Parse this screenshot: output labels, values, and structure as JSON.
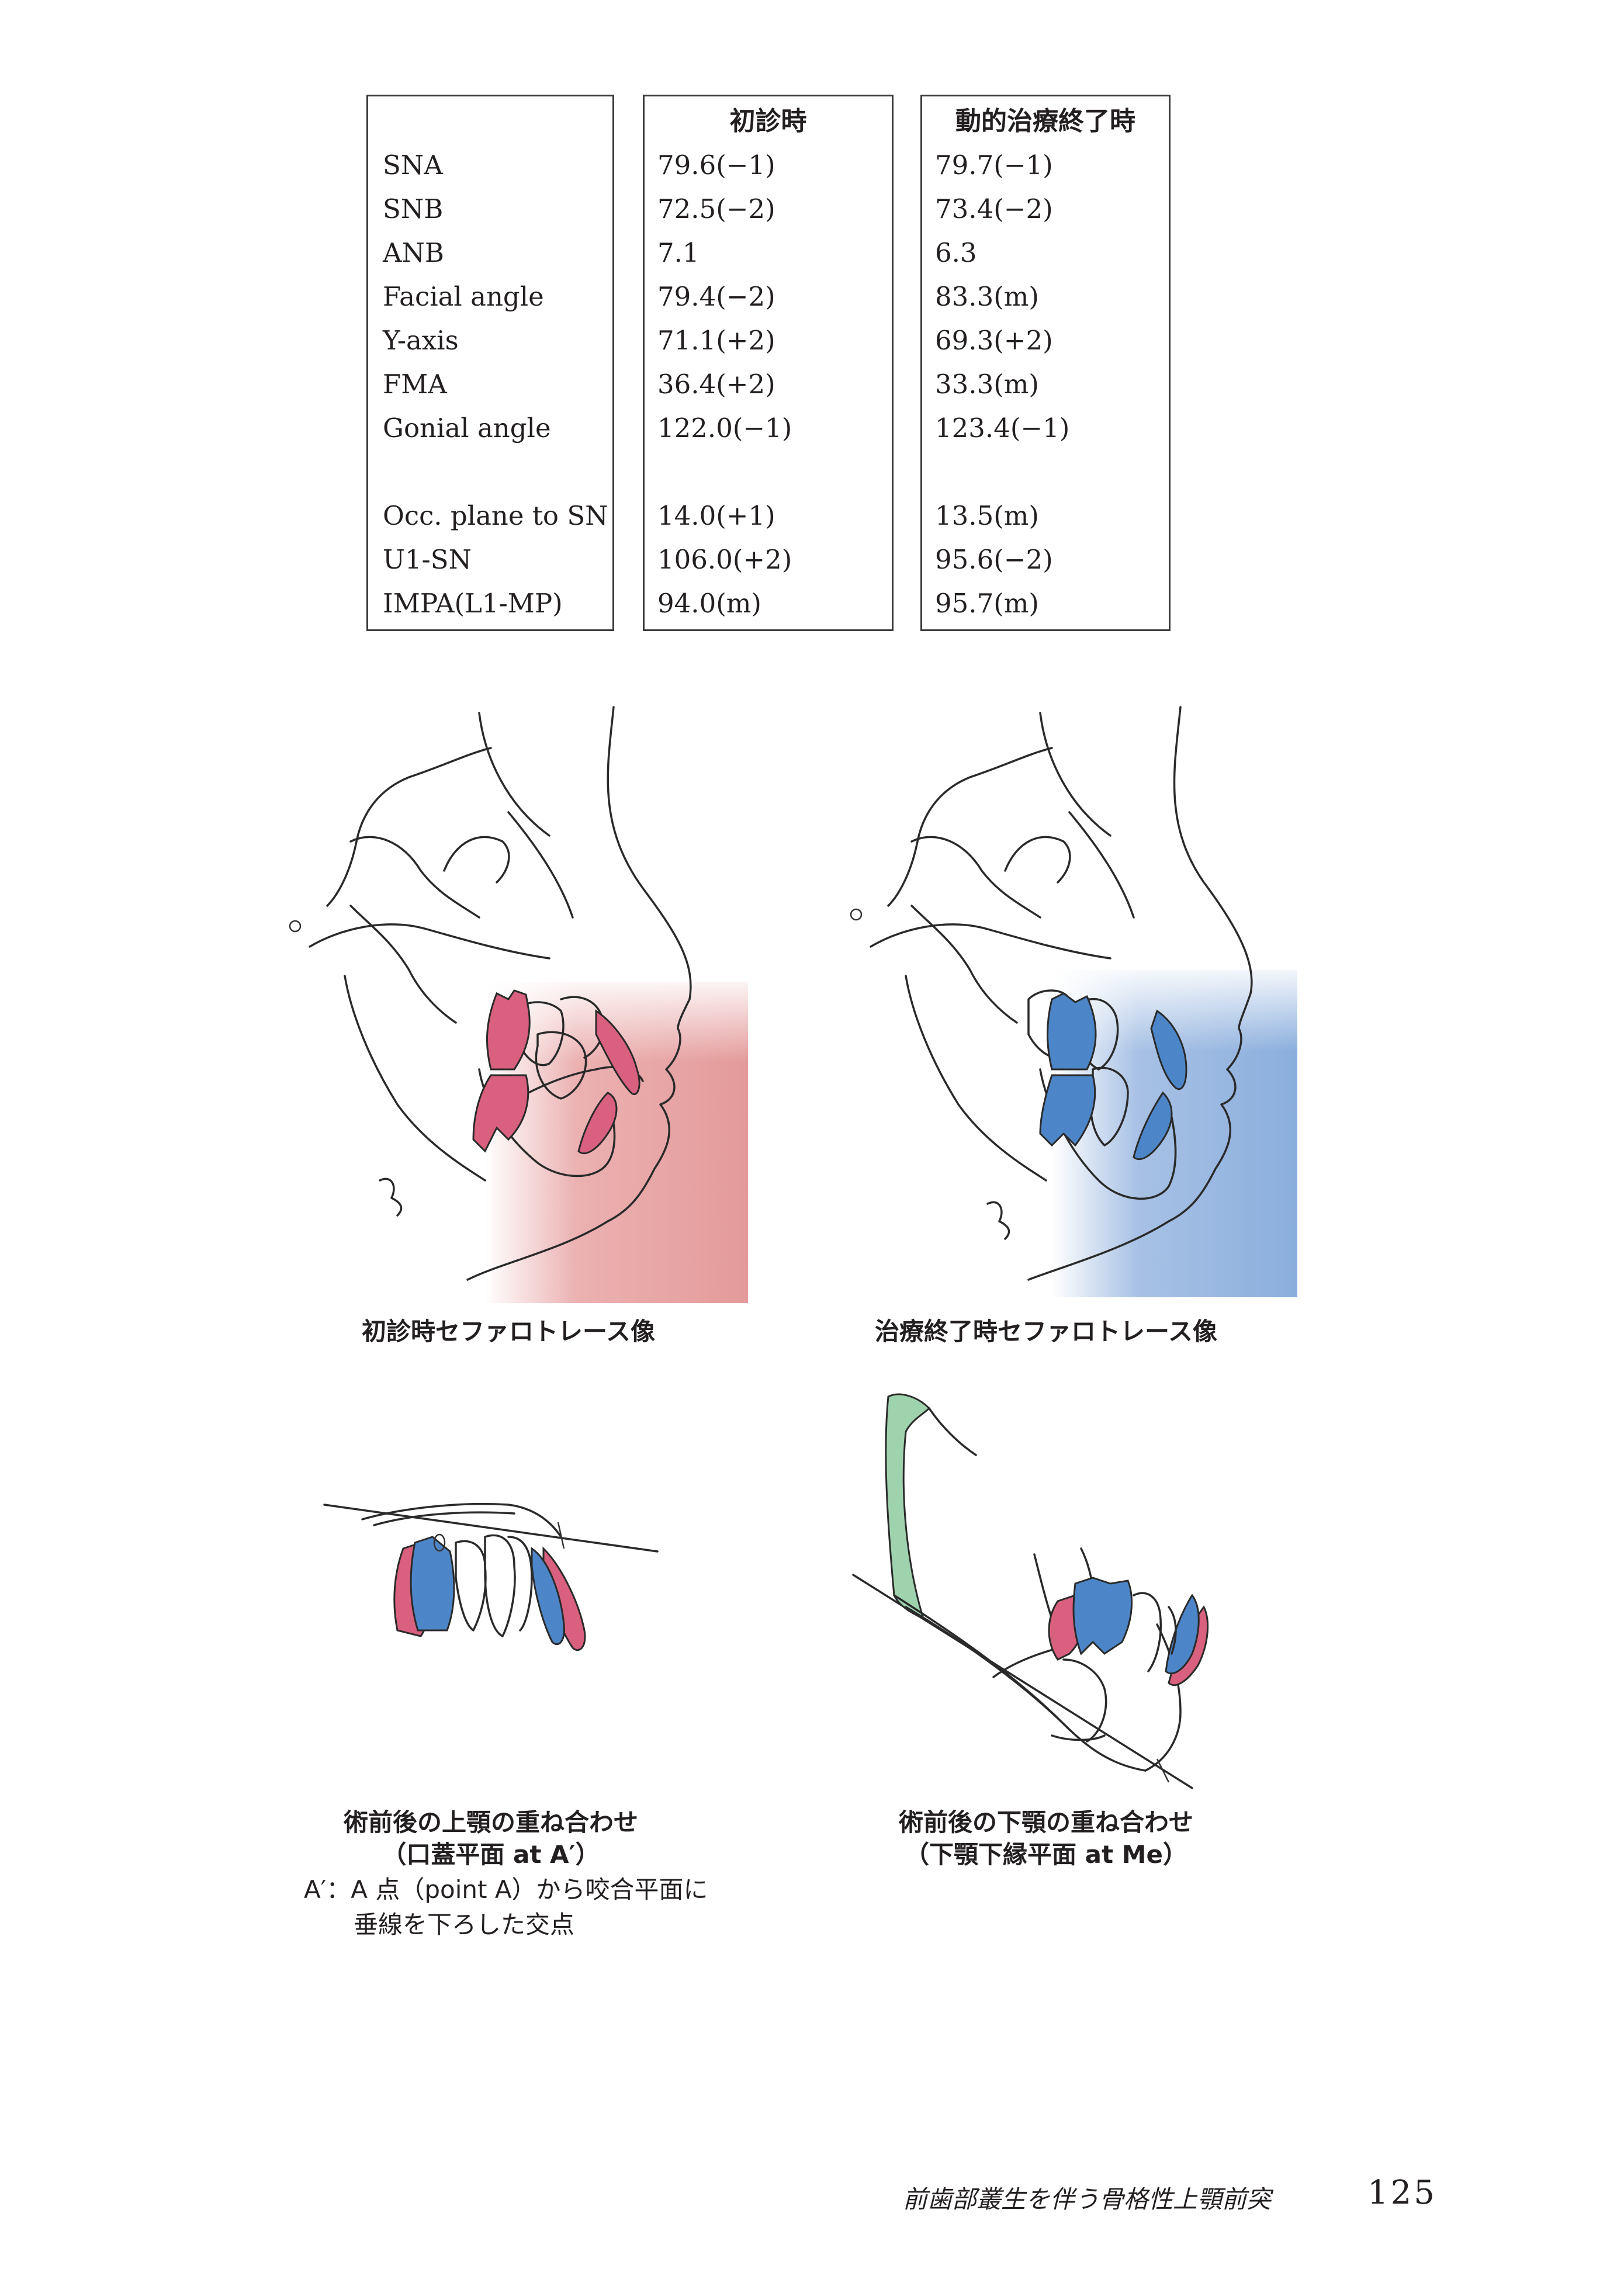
{
  "table": {
    "headers": [
      "",
      "初診時",
      "動的治療終了時"
    ],
    "rows": [
      [
        "SNA",
        "79.6(−1)",
        "79.7(−1)"
      ],
      [
        "SNB",
        "72.5(−2)",
        "73.4(−2)"
      ],
      [
        "ANB",
        "7.1",
        "6.3"
      ],
      [
        "Facial angle",
        "79.4(−2)",
        "83.3(m)"
      ],
      [
        "Y-axis",
        "71.1(+2)",
        "69.3(+2)"
      ],
      [
        "FMA",
        "36.4(+2)",
        "33.3(m)"
      ],
      [
        "Gonial angle",
        "122.0(−1)",
        "123.4(−1)"
      ],
      [
        "Occ. plane to SN",
        "14.0(+1)",
        "13.5(m)"
      ],
      [
        "U1-SN",
        "106.0(+2)",
        "95.6(−2)"
      ],
      [
        "IMPA(L1-MP)",
        "94.0(m)",
        "95.7(m)"
      ]
    ]
  },
  "captions": {
    "initial_trace": "初診時セファロトレース像",
    "final_trace": "治療終了時セファロトレース像",
    "maxilla_title": "術前後の上顎の重ね合わせ",
    "maxilla_sub": "（口蓋平面 at A′）",
    "maxilla_note_1": "A′：A 点（point A）から咬合平面に",
    "maxilla_note_2": "垂線を下ろした交点",
    "mandible_title": "術前後の下顎の重ね合わせ",
    "mandible_sub": "（下顎下縁平面 at Me）"
  },
  "footer": {
    "running_title": "前歯部叢生を伴う骨格性上顎前突",
    "page_number": "125"
  },
  "colors": {
    "initial": "#d9607e",
    "final": "#4d86c8",
    "initial_soft_tissue": "#e8a3a3",
    "final_soft_tissue": "#98b6e0",
    "superimposition_green": "#9fd3ae"
  }
}
